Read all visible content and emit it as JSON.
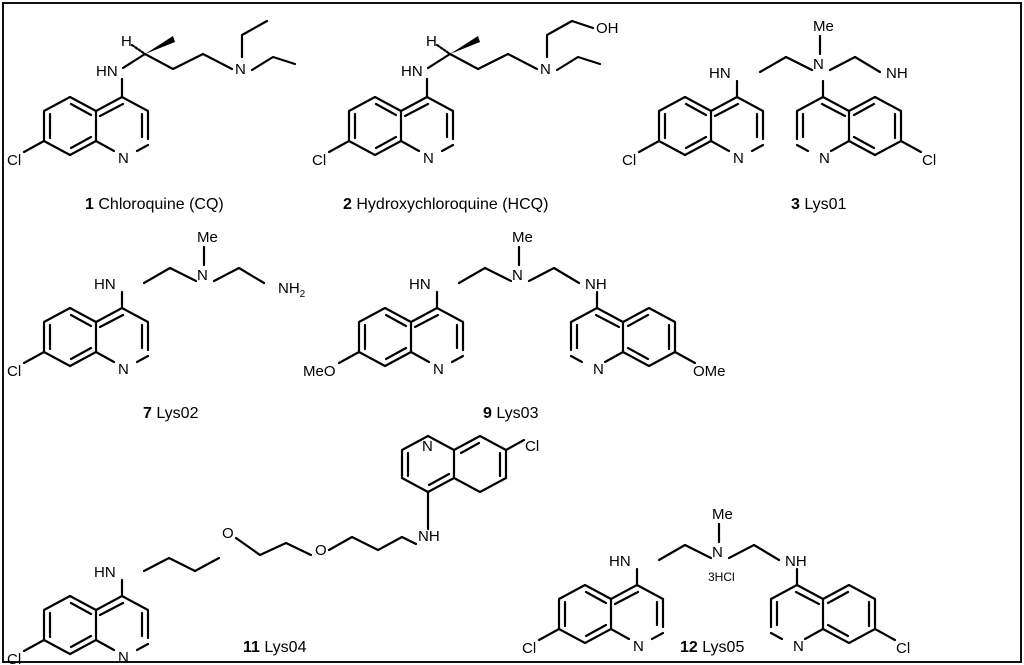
{
  "atoms": {
    "cl": "Cl",
    "n": "N",
    "hn": "HN",
    "nh": "NH",
    "h": "H",
    "oh": "OH",
    "o": "O",
    "me": "Me",
    "meo": "MeO",
    "ome": "OMe",
    "nh2_main": "NH",
    "nh2_sub": "2",
    "salt": "3HCl"
  },
  "compounds": [
    {
      "number": "1",
      "name": "Chloroquine (CQ)"
    },
    {
      "number": "2",
      "name": "Hydroxychloroquine (HCQ)"
    },
    {
      "number": "3",
      "name": "Lys01"
    },
    {
      "number": "7",
      "name": "Lys02"
    },
    {
      "number": "9",
      "name": "Lys03"
    },
    {
      "number": "11",
      "name": "Lys04"
    },
    {
      "number": "12",
      "name": "Lys05"
    }
  ]
}
